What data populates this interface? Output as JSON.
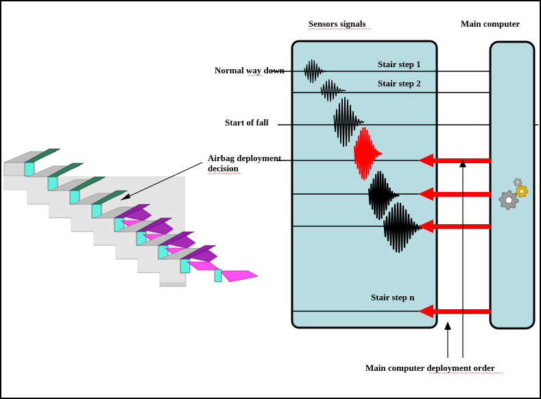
{
  "labels": {
    "sensors_signals": "Sensors signals",
    "main_computer": "Main computer",
    "normal_way_down": "Normal way down",
    "stair_step_1": "Stair step 1",
    "stair_step_2": "Stair step 2",
    "start_of_fall": "Start of fall",
    "airbag_line1": "Airbag deployment",
    "airbag_line2": "decision",
    "stair_step_n": "Stair step  n",
    "deployment_order": "Main computer deployment order"
  },
  "colors": {
    "panel_fill": "#b7dde3",
    "stair_green": "#2e7d5b",
    "stair_cyan": "#5ff0e0",
    "stair_purple": "#8e1fa3",
    "stair_pink": "#ff4ff0",
    "stair_grey": "#d9d9d9",
    "arrow_red": "#ff0000",
    "signal_red": "#ff0000",
    "signal_black": "#000000"
  },
  "icons": {
    "computer_icon": "gears-icon"
  }
}
